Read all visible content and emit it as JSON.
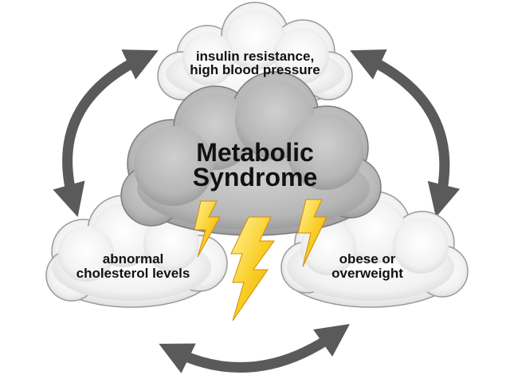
{
  "diagram": {
    "center": {
      "line1": "Metabolic",
      "line2": "Syndrome"
    },
    "top": {
      "line1": "insulin resistance,",
      "line2": "high blood pressure"
    },
    "left": {
      "line1": "abnormal",
      "line2": "cholesterol levels"
    },
    "right": {
      "line1": "obese or",
      "line2": "overweight"
    }
  },
  "colors": {
    "cloud_white": "#f4f4f4",
    "cloud_outline": "#8a8a8a",
    "storm_cloud": "#b9b9b9",
    "arrow": "#5a5a5a",
    "bolt": "#f7c51a",
    "text": "#111111"
  },
  "icons": [
    "storm-cloud-icon",
    "cloud-icon",
    "lightning-bolt-icon",
    "curved-arrow-icon"
  ]
}
